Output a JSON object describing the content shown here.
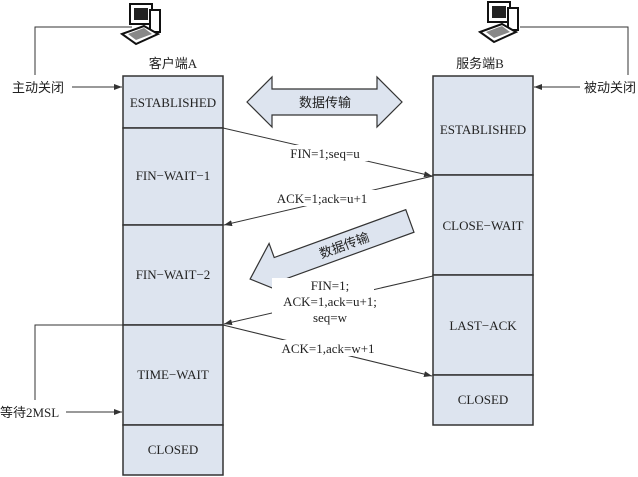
{
  "client": {
    "title": "客户端A",
    "states": [
      "ESTABLISHED",
      "FIN−WAIT−1",
      "FIN−WAIT−2",
      "TIME−WAIT",
      "CLOSED"
    ]
  },
  "server": {
    "title": "服务端B",
    "states": [
      "ESTABLISHED",
      "CLOSE−WAIT",
      "LAST−ACK",
      "CLOSED"
    ]
  },
  "labels": {
    "active_close": "主动关闭",
    "passive_close": "被动关闭",
    "wait_2msl": "等待2MSL",
    "data_transfer": "数据传输",
    "data_transfer_2": "数据传输"
  },
  "messages": {
    "fin1": "FIN=1;seq=u",
    "ack1": "ACK=1;ack=u+1",
    "fin2_l1": "FIN=1;",
    "fin2_l2": "ACK=1,ack=u+1;",
    "fin2_l3": "seq=w",
    "ack2": "ACK=1,ack=w+1"
  },
  "colors": {
    "state_fill": "#dde4ef",
    "arrow_fill": "#dde4ef"
  }
}
